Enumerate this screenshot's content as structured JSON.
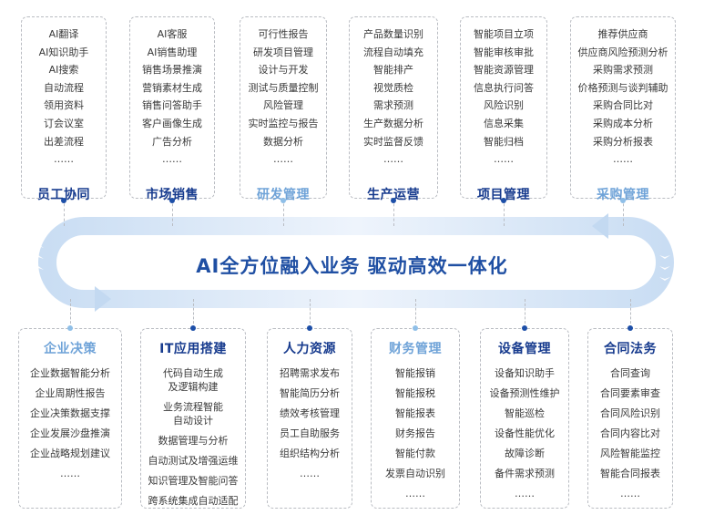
{
  "center_title": "AI全方位融入业务 驱动高效一体化",
  "top_cards": [
    {
      "title": "员工协同",
      "tone": "dark",
      "items": [
        "AI翻译",
        "AI知识助手",
        "AI搜索",
        "自动流程",
        "领用资料",
        "订会议室",
        "出差流程",
        "……"
      ]
    },
    {
      "title": "市场销售",
      "tone": "dark",
      "items": [
        "AI客服",
        "AI销售助理",
        "销售场景推演",
        "营销素材生成",
        "销售问答助手",
        "客户画像生成",
        "广告分析",
        "……"
      ]
    },
    {
      "title": "研发管理",
      "tone": "light",
      "items": [
        "可行性报告",
        "研发项目管理",
        "设计与开发",
        "测试与质量控制",
        "风险管理",
        "实时监控与报告",
        "数据分析",
        "……"
      ]
    },
    {
      "title": "生产运营",
      "tone": "dark",
      "items": [
        "产品数量识别",
        "流程自动填充",
        "智能排产",
        "视觉质检",
        "需求预测",
        "生产数据分析",
        "实时监督反馈",
        "……"
      ]
    },
    {
      "title": "项目管理",
      "tone": "dark",
      "items": [
        "智能项目立项",
        "智能审核审批",
        "智能资源管理",
        "信息执行问答",
        "风险识别",
        "信息采集",
        "智能归档",
        "……"
      ]
    },
    {
      "title": "采购管理",
      "tone": "light",
      "items": [
        "推荐供应商",
        "供应商风险预测分析",
        "采购需求预测",
        "价格预测与谈判辅助",
        "采购合同比对",
        "采购成本分析",
        "采购分析报表",
        "……"
      ]
    }
  ],
  "bottom_cards": [
    {
      "title": "企业决策",
      "tone": "light",
      "items": [
        [
          "企业数据智能分析"
        ],
        [
          "企业周期性报告"
        ],
        [
          "企业决策数据支撑"
        ],
        [
          "企业发展沙盘推演"
        ],
        [
          "企业战略规划建议"
        ],
        [
          "……"
        ]
      ]
    },
    {
      "title": "IT应用搭建",
      "tone": "dark",
      "items": [
        [
          "代码自动生成",
          "及逻辑构建"
        ],
        [
          "业务流程智能",
          "自动设计"
        ],
        [
          "数据管理与分析"
        ],
        [
          "自动测试及增强运维"
        ],
        [
          "知识管理及智能问答"
        ],
        [
          "跨系统集成自动适配"
        ]
      ]
    },
    {
      "title": "人力资源",
      "tone": "dark",
      "items": [
        [
          "招聘需求发布"
        ],
        [
          "智能简历分析"
        ],
        [
          "绩效考核管理"
        ],
        [
          "员工自助服务"
        ],
        [
          "组织结构分析"
        ],
        [
          "……"
        ]
      ]
    },
    {
      "title": "财务管理",
      "tone": "light",
      "items": [
        [
          "智能报销"
        ],
        [
          "智能报税"
        ],
        [
          "智能报表"
        ],
        [
          "财务报告"
        ],
        [
          "智能付款"
        ],
        [
          "发票自动识别"
        ],
        [
          "……"
        ]
      ]
    },
    {
      "title": "设备管理",
      "tone": "dark",
      "items": [
        [
          "设备知识助手"
        ],
        [
          "设备预测性维护"
        ],
        [
          "智能巡检"
        ],
        [
          "设备性能优化"
        ],
        [
          "故障诊断"
        ],
        [
          "备件需求预测"
        ],
        [
          "……"
        ]
      ]
    },
    {
      "title": "合同法务",
      "tone": "dark",
      "items": [
        [
          "合同查询"
        ],
        [
          "合同要素审查"
        ],
        [
          "合同风险识别"
        ],
        [
          "合同内容比对"
        ],
        [
          "风险智能监控"
        ],
        [
          "智能合同报表"
        ],
        [
          "……"
        ]
      ]
    }
  ],
  "colors": {
    "dark_title": "#173b8e",
    "light_title": "#6fa3d8",
    "center_title": "#1f4fa3",
    "band": "#dce9f8"
  }
}
